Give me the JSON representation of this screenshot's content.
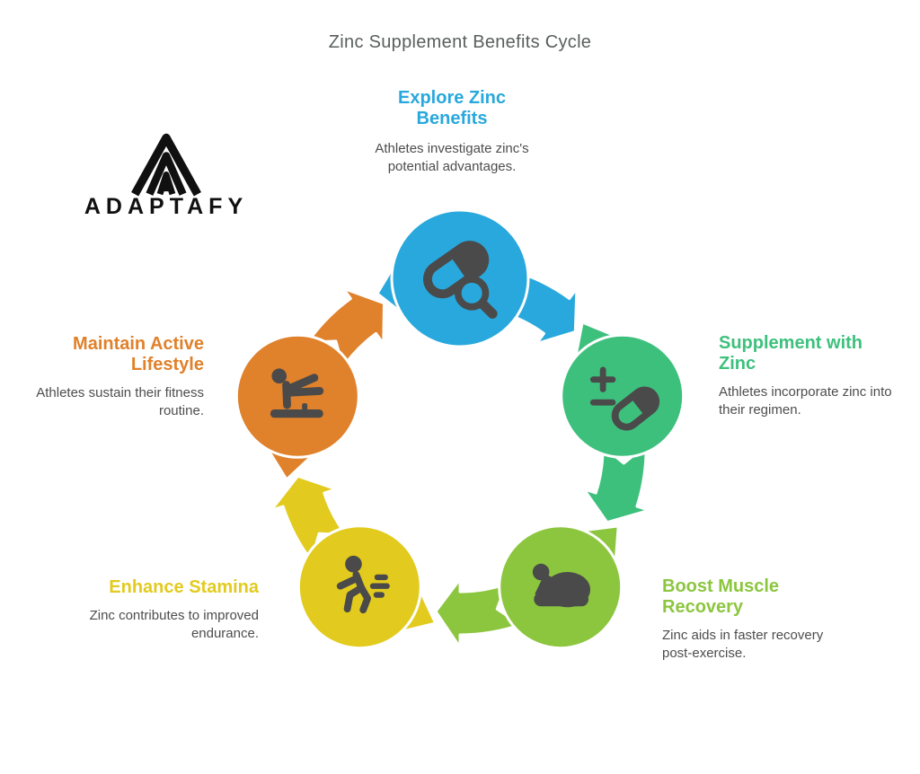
{
  "title": "Zinc Supplement Benefits Cycle",
  "logo": {
    "brand": "ADAPTAFY"
  },
  "palette": {
    "icon_glyph": "#4a4a4a",
    "body_text": "#4d4d4d",
    "title_text": "#595f5c",
    "background": "#ffffff"
  },
  "cycle": {
    "direction": "clockwise",
    "stages": [
      {
        "id": "explore",
        "label": "Explore Zinc Benefits",
        "description": "Athletes investigate zinc's potential advantages.",
        "color": "#29a8dd",
        "icon": "pill-search-icon",
        "position": "top"
      },
      {
        "id": "supplement",
        "label": "Supplement with Zinc",
        "description": "Athletes incorporate zinc into their regimen.",
        "color": "#3ec07d",
        "icon": "plus-minus-pill-icon",
        "position": "right"
      },
      {
        "id": "boost",
        "label": "Boost Muscle Recovery",
        "description": "Zinc aids in faster recovery post-exercise.",
        "color": "#8cc63f",
        "icon": "bicep-icon",
        "position": "bottom-right"
      },
      {
        "id": "enhance",
        "label": "Enhance Stamina",
        "description": "Zinc contributes to improved endurance.",
        "color": "#e2cb1e",
        "icon": "runner-icon",
        "position": "bottom-left"
      },
      {
        "id": "maintain",
        "label": "Maintain Active Lifestyle",
        "description": "Athletes sustain their fitness routine.",
        "color": "#e0812b",
        "icon": "workout-bench-icon",
        "position": "left"
      }
    ]
  }
}
